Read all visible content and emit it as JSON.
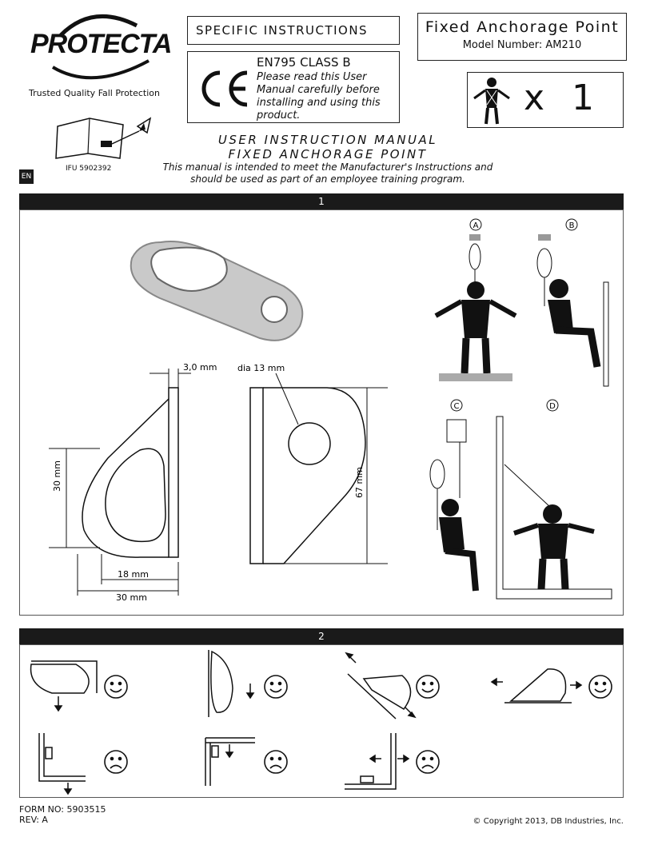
{
  "header": {
    "brand": "PROTECTA",
    "tagline": "Trusted Quality Fall Protection",
    "ifu": "IFU 5902392",
    "specific_instructions": "SPECIFIC INSTRUCTIONS",
    "product_title": "Fixed Anchorage Point",
    "model_number": "Model Number: AM210",
    "standard": "EN795 CLASS B",
    "ce_notice": "Please read this User Manual carefully before installing and using this product.",
    "users_count": "x 1"
  },
  "manual": {
    "title_line1": "USER INSTRUCTION MANUAL",
    "title_line2": "FIXED ANCHORAGE POINT",
    "intro": "This manual is intended to meet the Manufacturer's Instructions and should be used as part of an employee training program.",
    "language_tag": "EN"
  },
  "section1": {
    "number": "1",
    "dim_thickness": "3,0 mm",
    "dim_hole": "dia 13 mm",
    "dim_height_side": "30 mm",
    "dim_inner_width": "18 mm",
    "dim_outer_width": "30 mm",
    "dim_total_height": "67 mm",
    "scenario_labels": [
      "A",
      "B",
      "C",
      "D"
    ]
  },
  "section2": {
    "number": "2",
    "correct_icon": "smiley-happy-icon",
    "incorrect_icon": "smiley-sad-icon"
  },
  "footer": {
    "form_no": "FORM NO: 5903515",
    "rev": "REV: A",
    "copyright": "© Copyright 2013, DB Industries, Inc."
  }
}
